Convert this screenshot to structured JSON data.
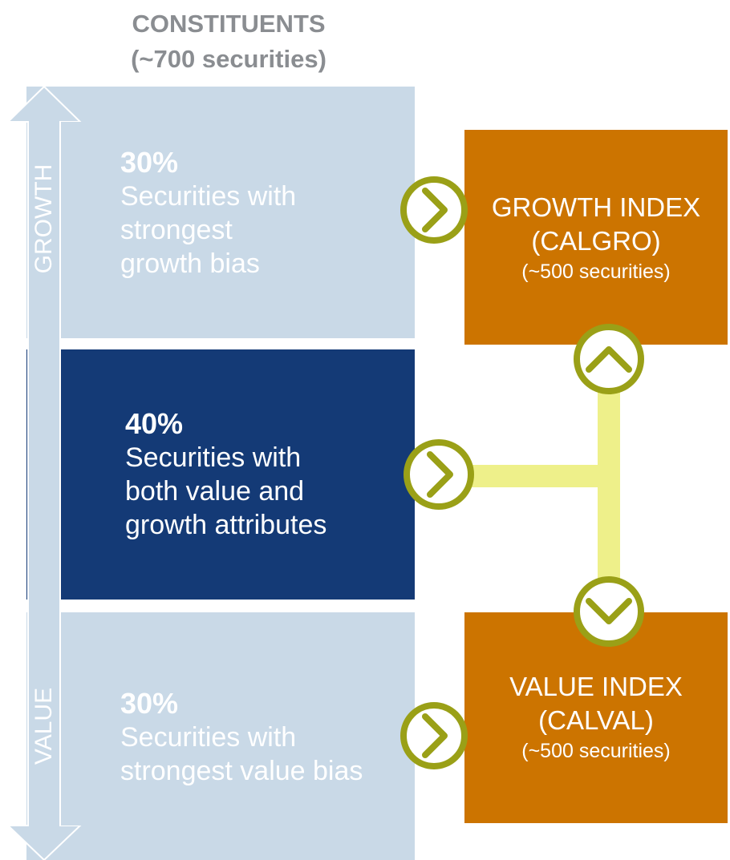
{
  "header": {
    "line1": "CONSTITUENTS",
    "line2": "(~700 securities)"
  },
  "bands": [
    {
      "percent": "30%",
      "lines": [
        "Securities with",
        "strongest",
        "growth bias"
      ]
    },
    {
      "percent": "40%",
      "lines": [
        "Securities with",
        "both value and",
        "growth attributes"
      ]
    },
    {
      "percent": "30%",
      "lines": [
        "Securities with",
        "strongest value bias"
      ]
    }
  ],
  "axis": {
    "top_label": "GROWTH",
    "bottom_label": "VALUE"
  },
  "indices": [
    {
      "name": "GROWTH INDEX",
      "code": "(CALGRO)",
      "count": "(~500 securities)"
    },
    {
      "name": "VALUE INDEX",
      "code": "(CALVAL)",
      "count": "(~500 securities)"
    }
  ],
  "colors": {
    "light_band": "#c9d9e7",
    "dark_band": "#143a76",
    "index_box": "#cc7400",
    "circle_ring": "#9aa017",
    "connector": "#eef08a",
    "header_text": "#8a8d91"
  },
  "icons": [
    "chevron-right-icon",
    "chevron-up-icon",
    "chevron-down-icon",
    "double-arrow-icon"
  ]
}
